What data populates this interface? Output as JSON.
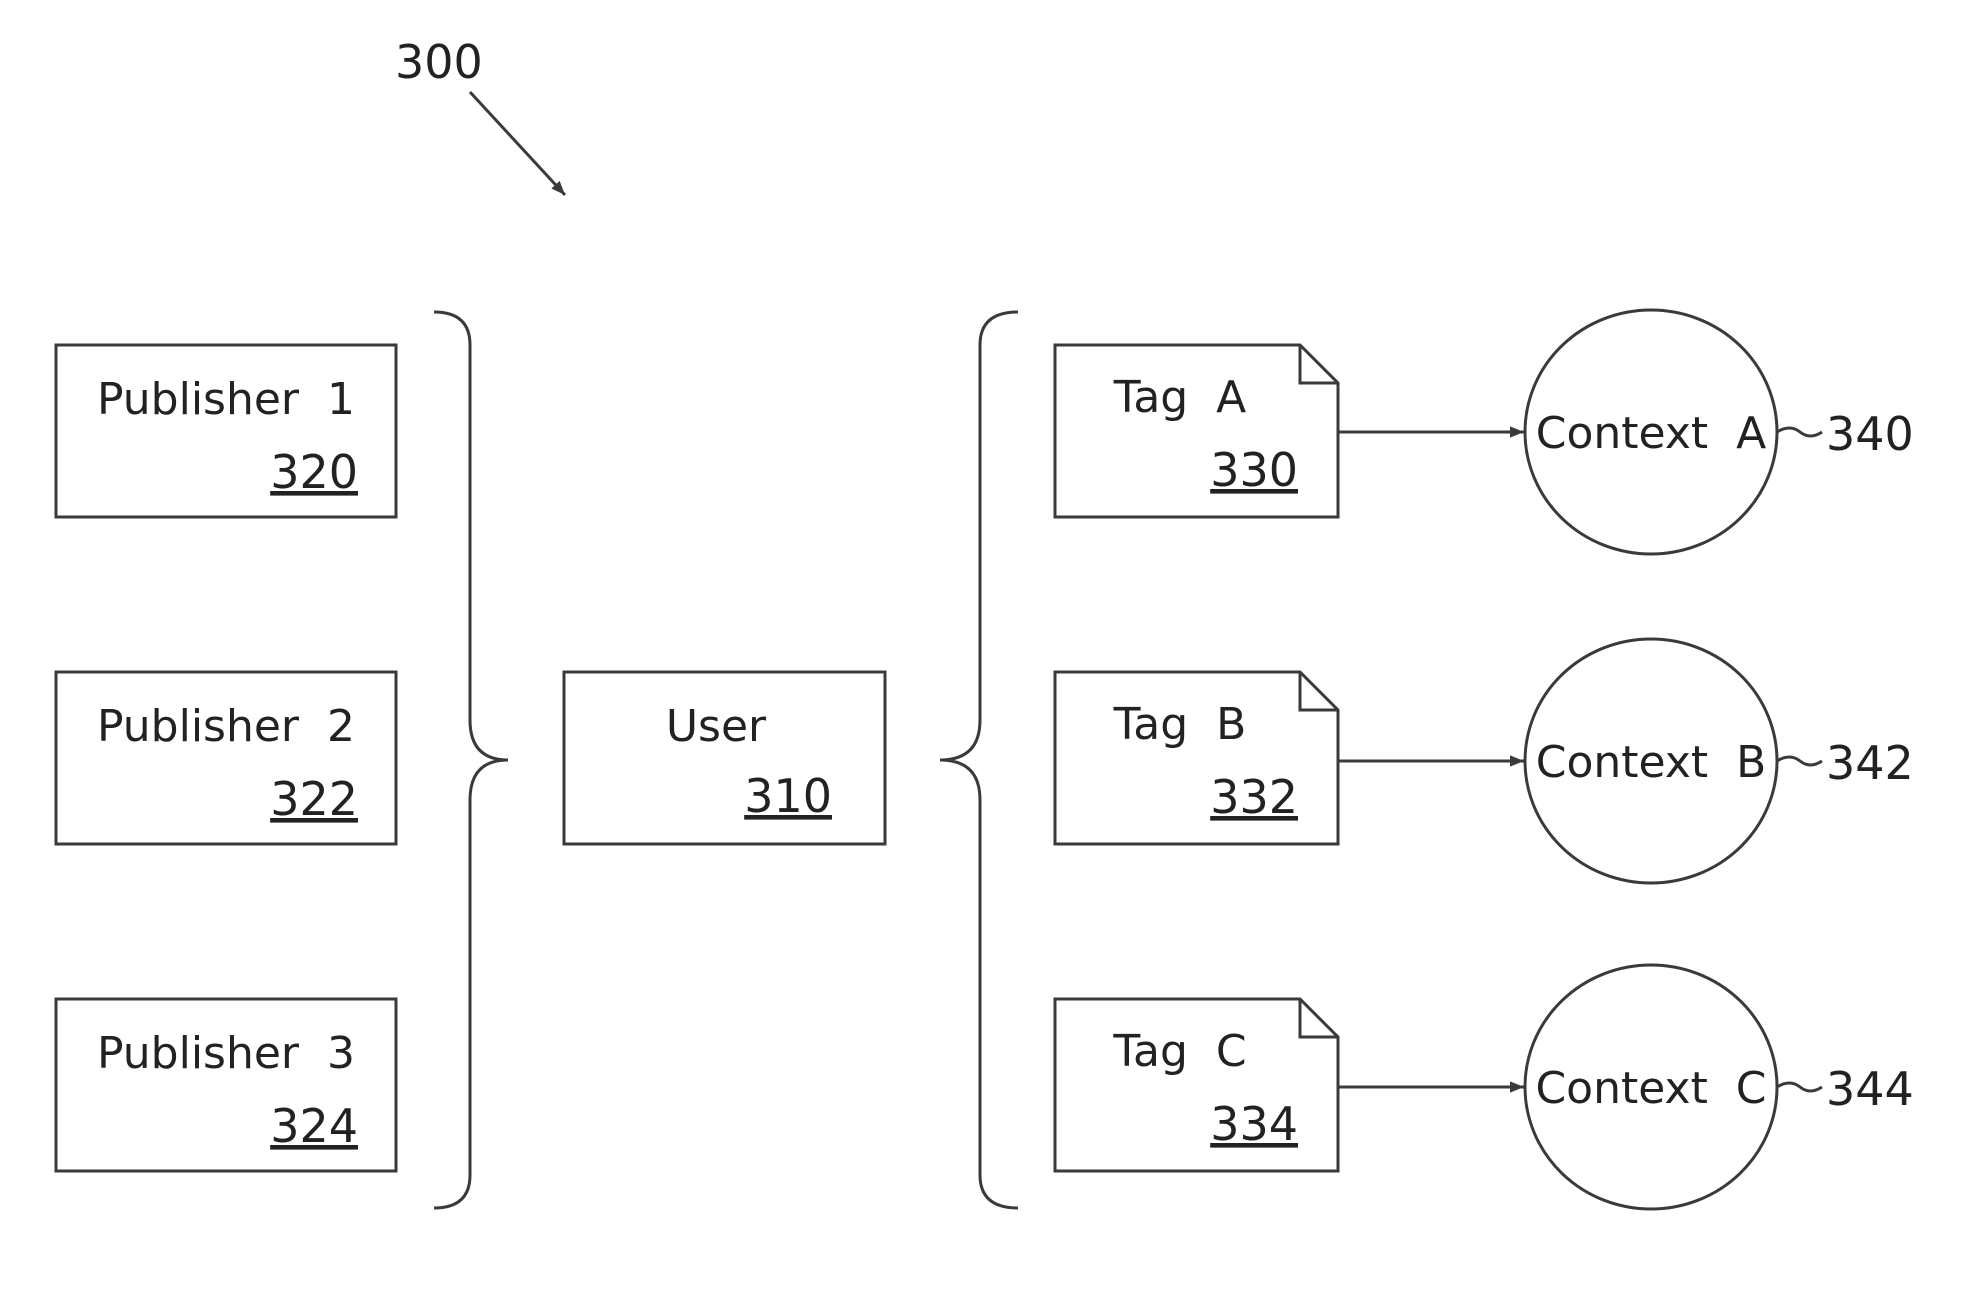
{
  "figure": {
    "ref": "300"
  },
  "user": {
    "label": "User",
    "ref": "310"
  },
  "publishers": [
    {
      "label": "Publisher  1",
      "ref": "320"
    },
    {
      "label": "Publisher  2",
      "ref": "322"
    },
    {
      "label": "Publisher  3",
      "ref": "324"
    }
  ],
  "tags": [
    {
      "label": "Tag  A",
      "ref": "330"
    },
    {
      "label": "Tag  B",
      "ref": "332"
    },
    {
      "label": "Tag  C",
      "ref": "334"
    }
  ],
  "contexts": [
    {
      "label": "Context  A",
      "ref": "340"
    },
    {
      "label": "Context  B",
      "ref": "342"
    },
    {
      "label": "Context  C",
      "ref": "344"
    }
  ]
}
